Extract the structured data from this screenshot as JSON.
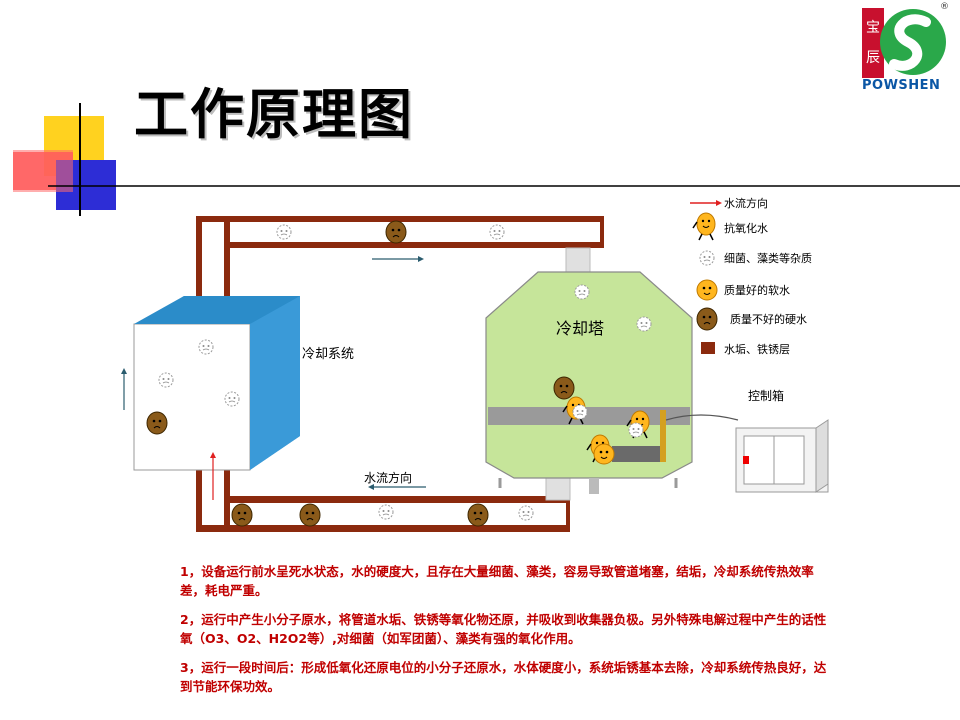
{
  "title": "工作原理图",
  "logo": {
    "cn_char_1": "宝",
    "cn_char_2": "辰",
    "brand": "POWSHEN",
    "reg": "®"
  },
  "diagram": {
    "cooling_system_label": "冷却系统",
    "cooling_tower_label": "冷却塔",
    "control_box_label": "控制箱",
    "flow_direction_label": "水流方向"
  },
  "legend": [
    {
      "icon": "red-arrow-icon",
      "text": "水流方向"
    },
    {
      "icon": "antioxidant-water-icon",
      "text": "抗氧化水"
    },
    {
      "icon": "bacteria-icon",
      "text": "细菌、藻类等杂质"
    },
    {
      "icon": "good-soft-water-icon",
      "text": "质量好的软水"
    },
    {
      "icon": "bad-hard-water-icon",
      "text": "质量不好的硬水"
    },
    {
      "icon": "scale-rust-icon",
      "text": "水垢、铁锈层"
    }
  ],
  "colors": {
    "pipe_rust": "#8b2a0e",
    "pipe_inner": "#ffffff",
    "tower": "#c6e59a",
    "system_blue": "#2b8cc9",
    "notes": "#c00000"
  },
  "notes": [
    "1，设备运行前水呈死水状态，水的硬度大，且存在大量细菌、藻类，容易导致管道堵塞，结垢，冷却系统传热效率差，耗电严重。",
    "2，运行中产生小分子原水，将管道水垢、铁锈等氧化物还原，并吸收到收集器负极。另外特殊电解过程中产生的话性氧（O3、O2、H2O2等）,对细菌（如军团菌）、藻类有强的氧化作用。",
    "3，运行一段时间后：形成低氧化还原电位的小分子还原水，水体硬度小，系统垢锈基本去除，冷却系统传热良好，达到节能环保功效。"
  ]
}
